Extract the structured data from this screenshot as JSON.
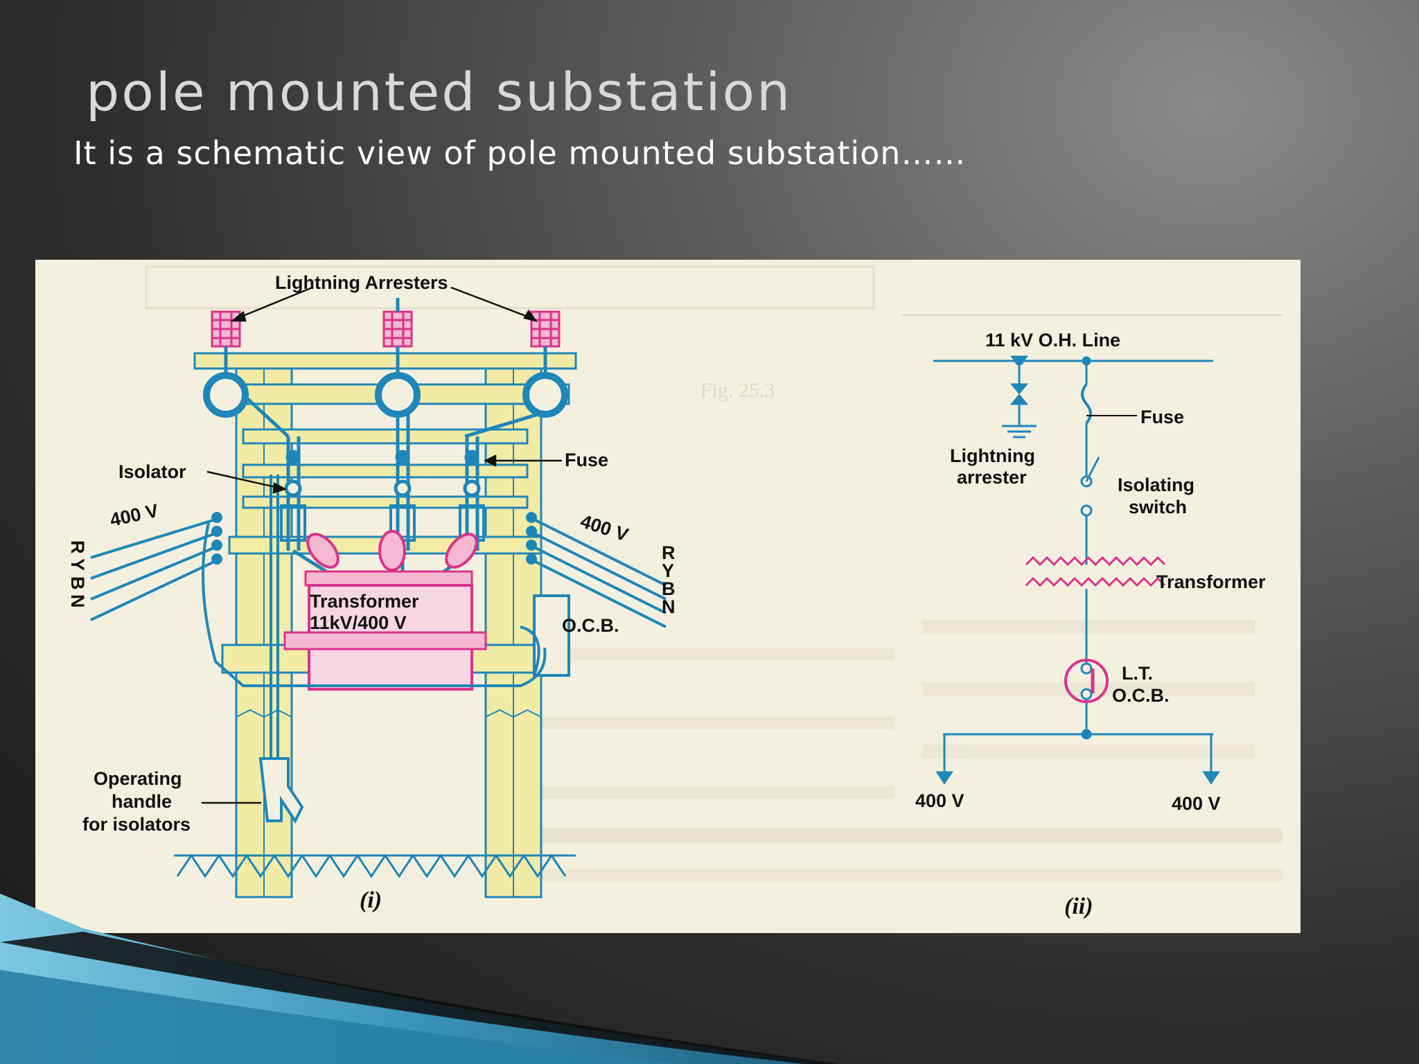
{
  "slide": {
    "title": "pole mounted substation",
    "subtitle": "It is a schematic view of pole mounted substation……"
  },
  "figure_i": {
    "caption": "(i)",
    "labels": {
      "lightning_arresters": "Lightning Arresters",
      "fuse": "Fuse",
      "isolator": "Isolator",
      "left_voltage": "400 V",
      "right_voltage": "400 V",
      "transformer": "Transformer",
      "transformer_rating": "11kV/400 V",
      "ocb": "O.C.B.",
      "operating_handle_1": "Operating",
      "operating_handle_2": "handle",
      "operating_handle_3": "for isolators",
      "phases_right": [
        "R",
        "Y",
        "B",
        "N"
      ],
      "phases_left": [
        "R",
        "Y",
        "B",
        "N"
      ]
    }
  },
  "figure_ii": {
    "caption": "(ii)",
    "labels": {
      "line": "11 kV O.H. Line",
      "fuse": "Fuse",
      "arrester_1": "Lightning",
      "arrester_2": "arrester",
      "isolating_1": "Isolating",
      "isolating_2": "switch",
      "transformer": "Transformer",
      "lt_1": "L.T.",
      "lt_2": "O.C.B.",
      "out_left": "400 V",
      "out_right": "400 V"
    }
  },
  "colors": {
    "line_blue": "#1f86b8",
    "magenta": "#d9338a",
    "pole_fill": "#f1eba6",
    "paper": "#f4f0df",
    "swoosh_light": "#5fb6d6",
    "swoosh_dark": "#1d5f7f"
  }
}
